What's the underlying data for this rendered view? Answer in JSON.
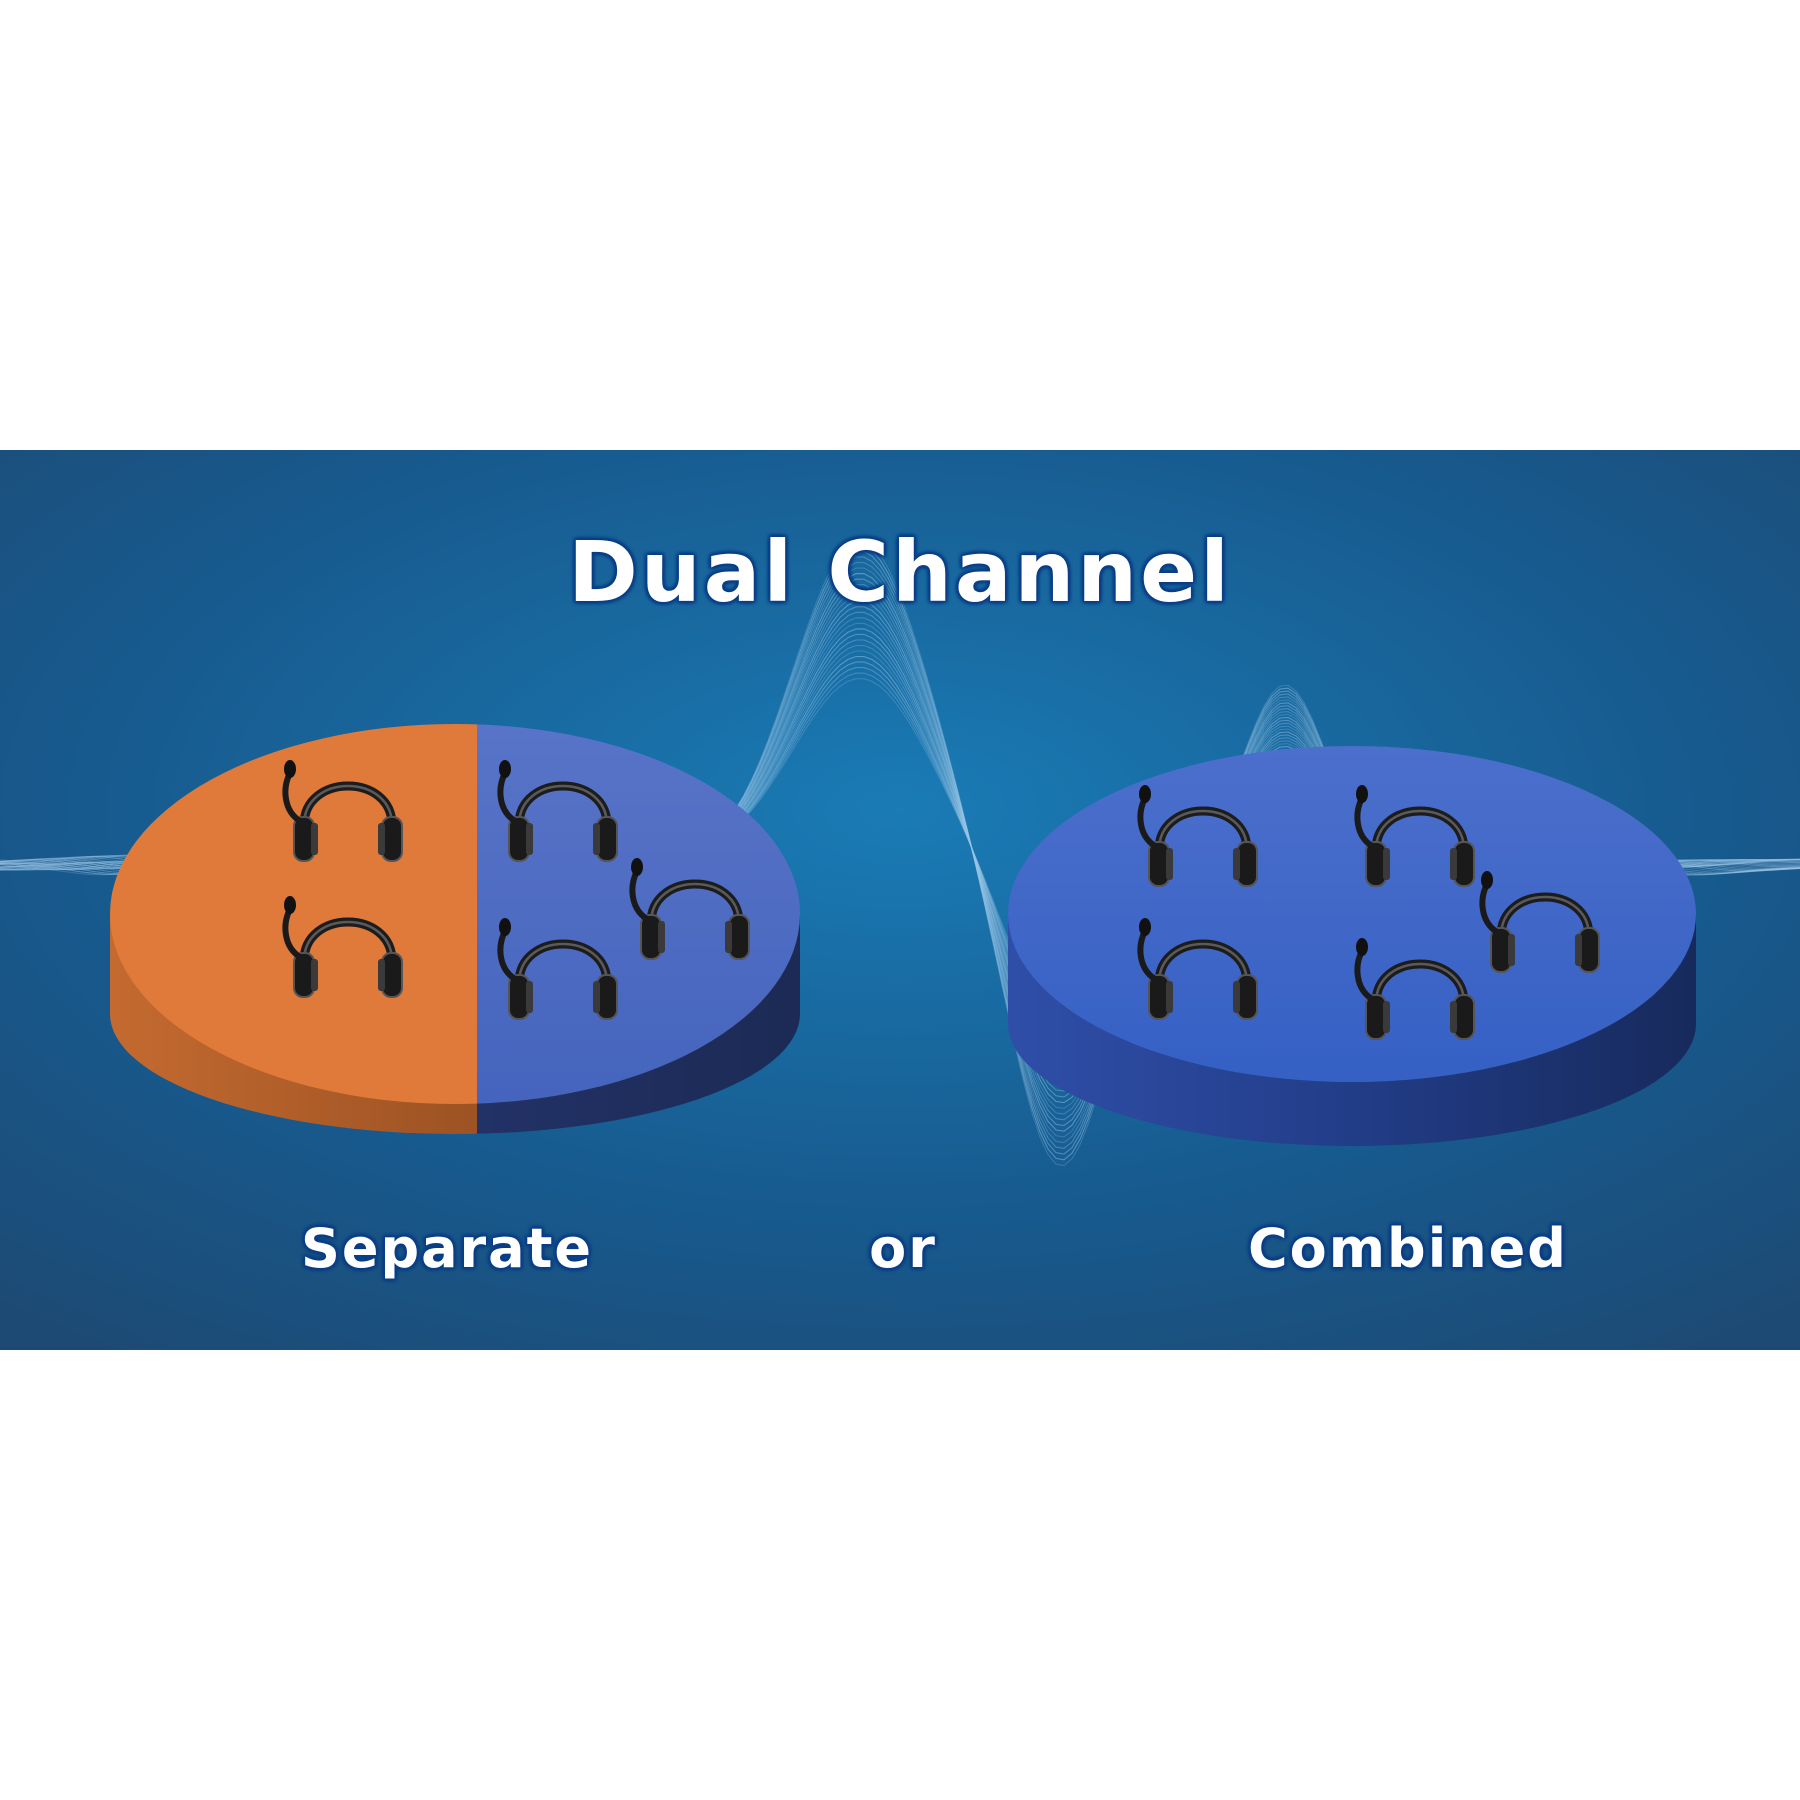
{
  "title": "Dual Channel",
  "labels": {
    "separate": "Separate",
    "or": "or",
    "combined": "Combined"
  },
  "colors": {
    "background": "#1a5e94",
    "channel_a": "#e07a3a",
    "channel_b": "#4a6fc4",
    "combined": "#3d68c8",
    "wave": "#9cc6e6"
  },
  "icons": {
    "headset": "headset-icon"
  },
  "diagrams": {
    "separate": {
      "segments": [
        {
          "channel": "channel_a",
          "headsets": 2
        },
        {
          "channel": "channel_b",
          "headsets": 3
        }
      ]
    },
    "combined": {
      "headsets": 5
    }
  }
}
